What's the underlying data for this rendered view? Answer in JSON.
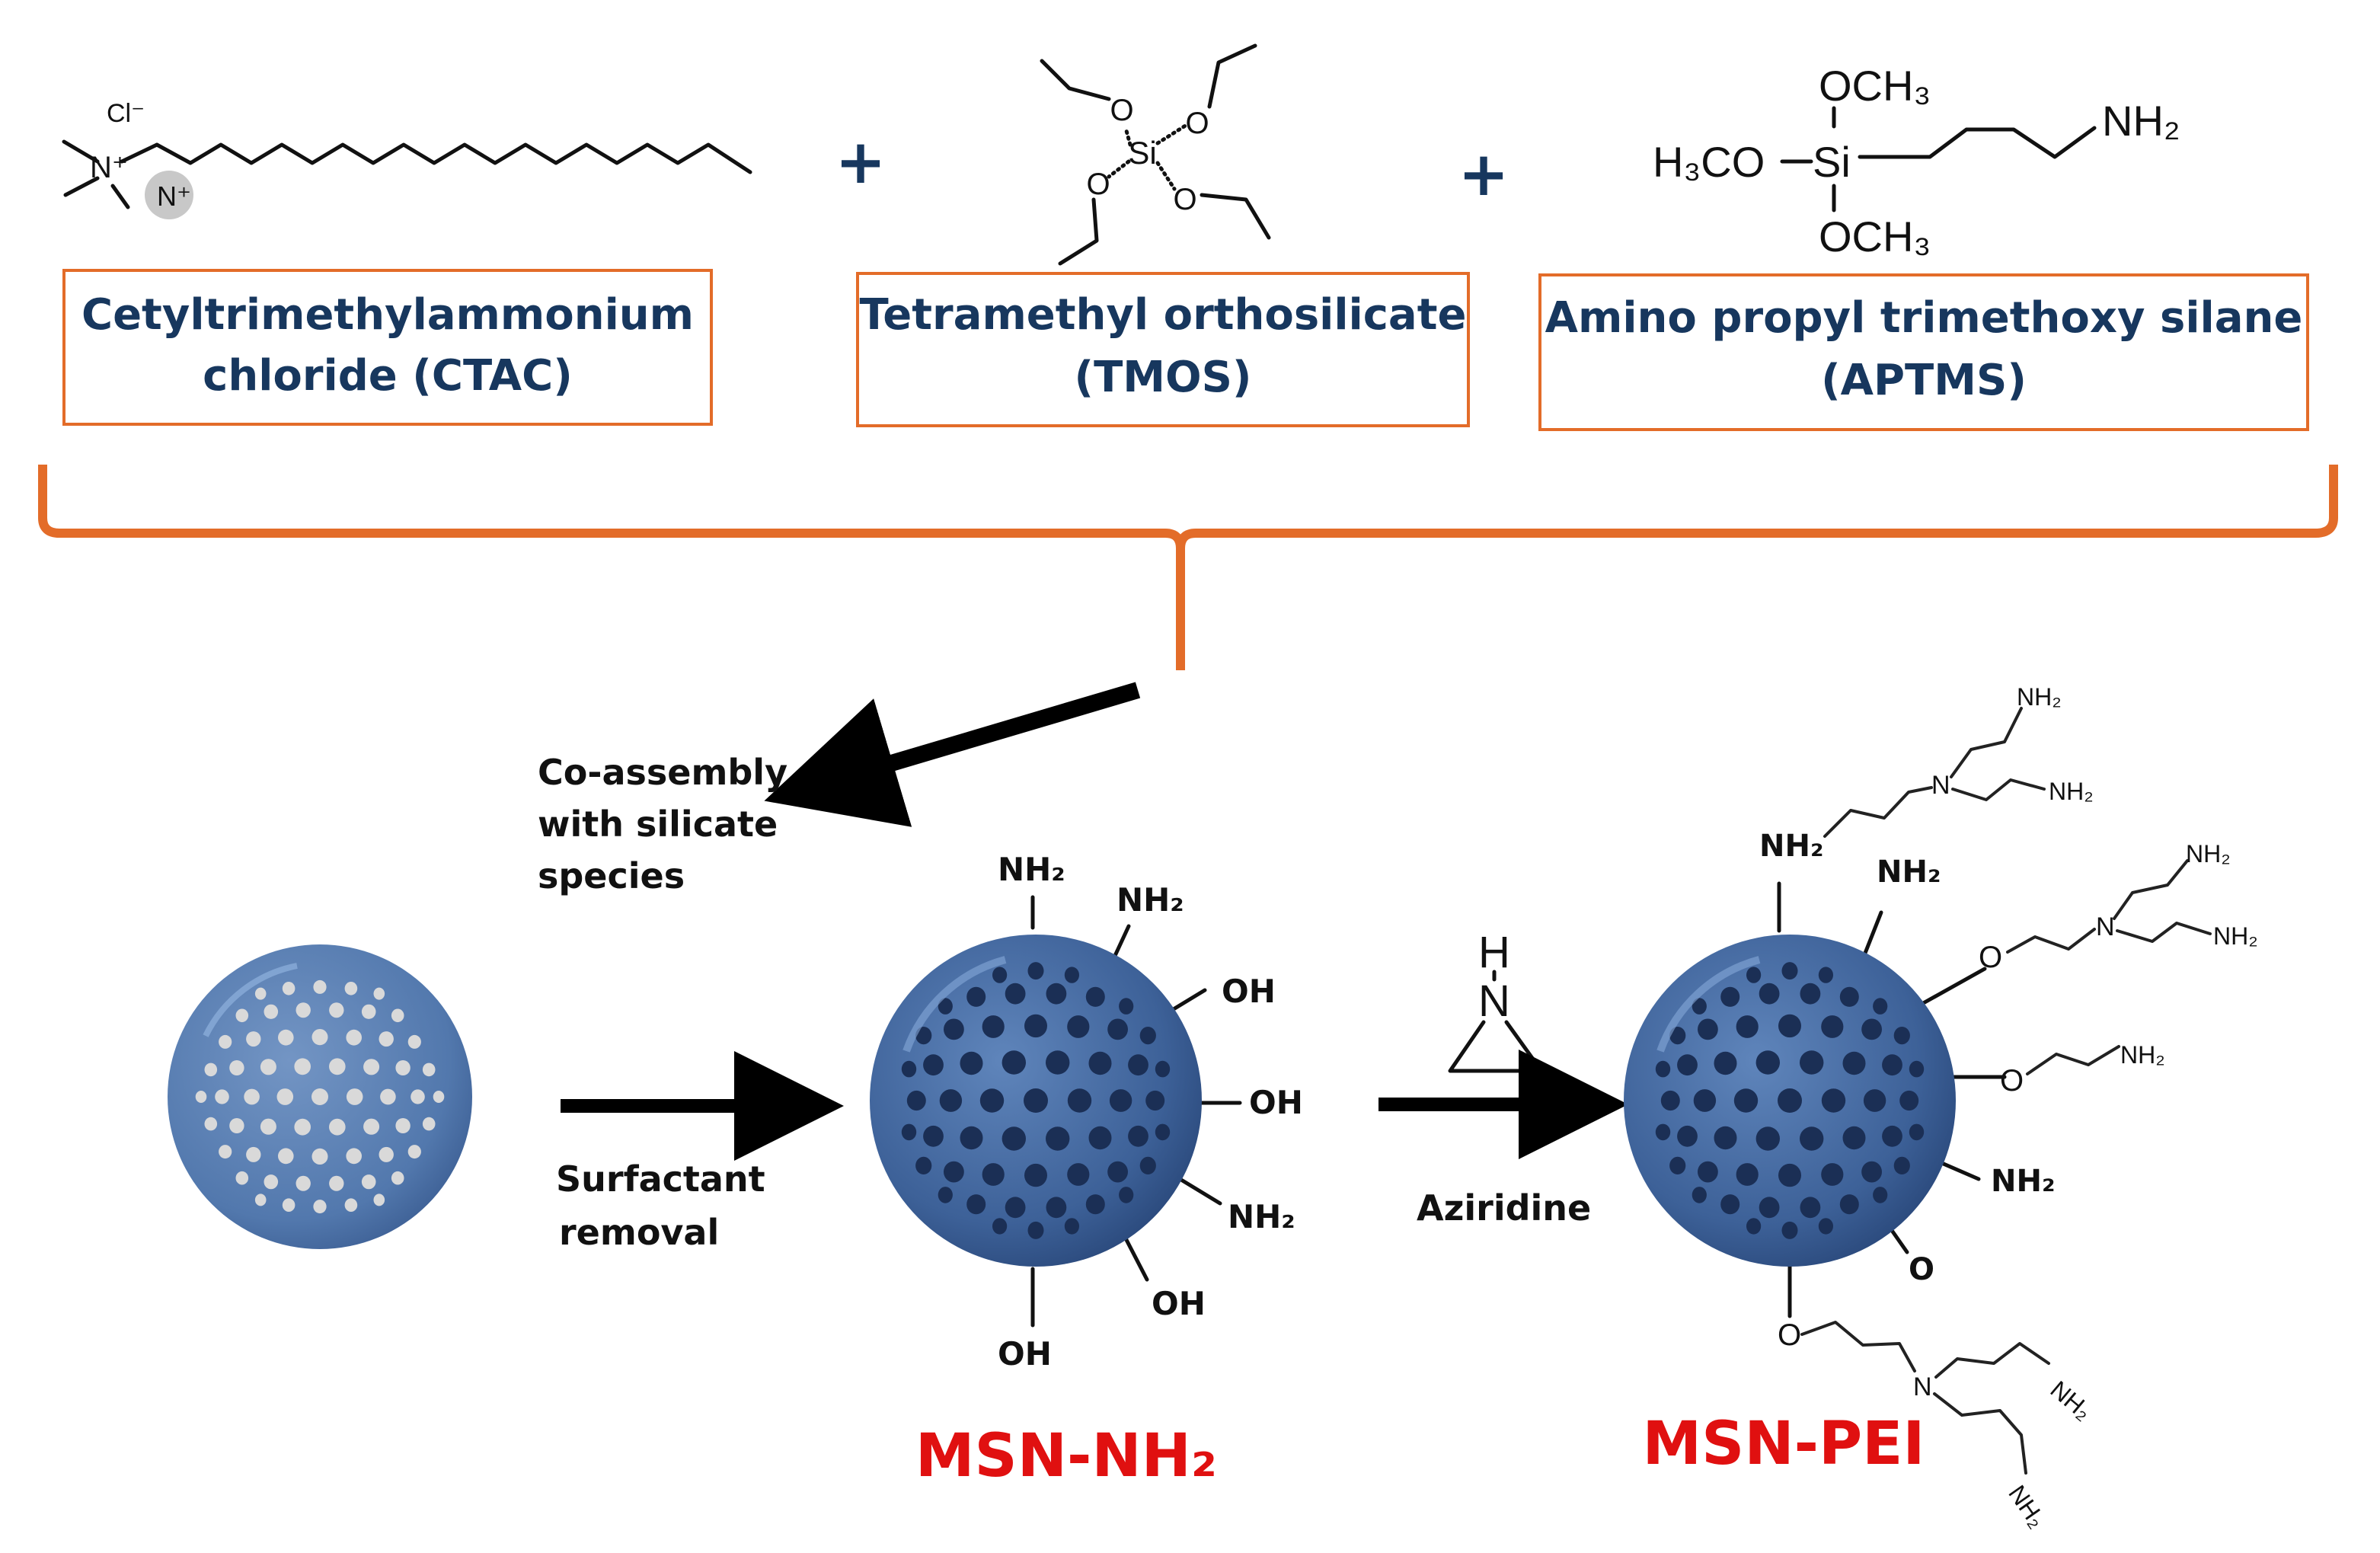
{
  "colors": {
    "box_border": "#e36c29",
    "brace": "#e36c29",
    "box_text": "#17375e",
    "plus": "#17375e",
    "product_label": "#e01010",
    "sphere_light": "#5b81b5",
    "sphere_dark": "#2c4a7a",
    "pore_light": "#d9d9d9",
    "pore_dark": "#1b2f55"
  },
  "reagents": [
    {
      "line1": "Cetyltrimethylammonium",
      "line2": "chloride (CTAC)"
    },
    {
      "line1": "Tetramethyl orthosilicate",
      "line2": "(TMOS)"
    },
    {
      "line1": "Amino propyl trimethoxy silane",
      "line2": "(APTMS)"
    }
  ],
  "plus_sign": "+",
  "structures": {
    "ctac": {
      "counterion": "Cl⁻",
      "n_plus": "N⁺",
      "n_label": "N⁺"
    },
    "tmos": {
      "si": "Si",
      "o": "O"
    },
    "aptms": {
      "och3_top": "OCH₃",
      "och3_bottom": "OCH₃",
      "h3co": "H₃CO",
      "si": "Si",
      "nh2": "NH₂"
    }
  },
  "steps": {
    "coassembly": [
      "Co-assembly",
      "with silicate",
      "species"
    ],
    "surfactant_removal": [
      "Surfactant",
      "removal"
    ],
    "aziridine": "Aziridine",
    "aziridine_h": "H",
    "aziridine_n": "N"
  },
  "groups": {
    "nh2": "NH₂",
    "oh": "OH",
    "o": "O",
    "n": "N"
  },
  "products": {
    "msn_nh2": "MSN-NH₂",
    "msn_pei": "MSN-PEI"
  }
}
